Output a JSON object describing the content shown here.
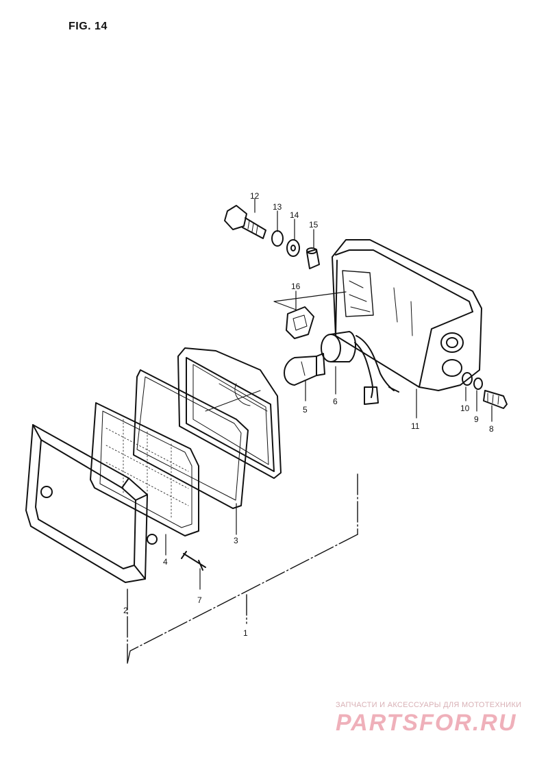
{
  "figure": {
    "title": "FIG. 14"
  },
  "callouts": [
    {
      "id": "c1",
      "label": "1"
    },
    {
      "id": "c2",
      "label": "2"
    },
    {
      "id": "c3",
      "label": "3"
    },
    {
      "id": "c4",
      "label": "4"
    },
    {
      "id": "c5",
      "label": "5"
    },
    {
      "id": "c6",
      "label": "6"
    },
    {
      "id": "c7",
      "label": "7"
    },
    {
      "id": "c8",
      "label": "8"
    },
    {
      "id": "c9",
      "label": "9"
    },
    {
      "id": "c10",
      "label": "10"
    },
    {
      "id": "c11",
      "label": "11"
    },
    {
      "id": "c12",
      "label": "12"
    },
    {
      "id": "c13",
      "label": "13"
    },
    {
      "id": "c14",
      "label": "14"
    },
    {
      "id": "c15",
      "label": "15"
    },
    {
      "id": "c16",
      "label": "16"
    }
  ],
  "watermark": {
    "tagline": "ЗАПЧАСТИ И АКСЕССУАРЫ ДЛЯ МОТОТЕХНИКИ",
    "logo_text": "PARTSFOR.RU",
    "color": "#efb0ba"
  }
}
